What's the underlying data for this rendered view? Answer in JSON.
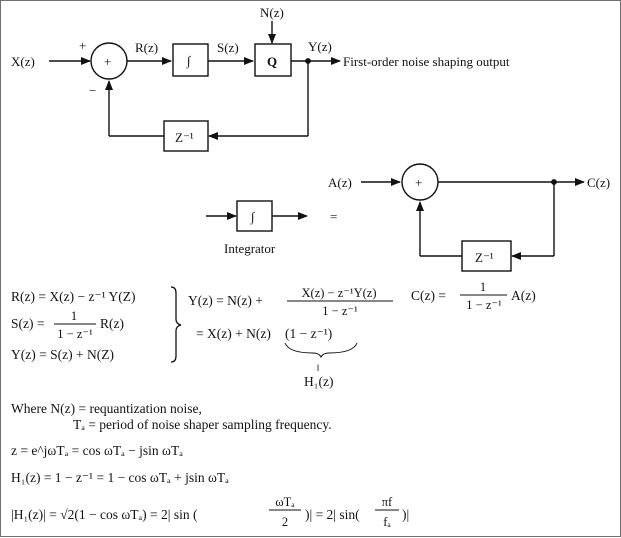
{
  "diagram": {
    "top": {
      "input": "X(z)",
      "plus": "+",
      "minus": "−",
      "sum_symbol": "+",
      "r": "R(z)",
      "integrator_symbol": "∫",
      "s": "S(z)",
      "noise": "N(z)",
      "quantizer": "Q",
      "output": "Y(z)",
      "output_desc": "First-order noise shaping output",
      "delay": "Z⁻¹"
    },
    "integrator": {
      "symbol": "∫",
      "caption": "Integrator",
      "equals": "=",
      "a": "A(z)",
      "sum_symbol": "+",
      "c": "C(z)",
      "delay": "Z⁻¹"
    }
  },
  "equations": {
    "r_eq": "R(z) = X(z) − z⁻¹ Y(Z)",
    "s_lhs": "S(z) =",
    "s_num": "1",
    "s_den": "1 − z⁻¹",
    "s_rhs": "R(z)",
    "y_eq": "Y(z) = S(z) + N(Z)",
    "y1_lhs": "Y(z) = N(z) +",
    "y1_num": "X(z) − z⁻¹Y(z)",
    "y1_den": "1 − z⁻¹",
    "y2_a": "= X(z) + N(z)",
    "y2_b": "(1 − z⁻¹)",
    "h_eqsign": "‖",
    "h_label": "H₁(z)",
    "c_lhs": "C(z) =",
    "c_num": "1",
    "c_den": "1 − z⁻¹",
    "c_rhs": "A(z)",
    "where1": "Where N(z) = requantization noise,",
    "where2": "Tₐ = period of noise shaper sampling frequency.",
    "z_eq": "z = e^jωTₐ = cos ωTₐ − jsin ωTₐ",
    "h1_eq": "H₁(z) = 1 − z⁻¹ = 1 − cos ωTₐ + jsin ωTₐ",
    "mag_a": "|H₁(z)| = √2(1 − cos ωTₐ) = 2| sin (",
    "mag_num1": "ωTₐ",
    "mag_den1": "2",
    "mag_b": ")| = 2| sin(",
    "mag_num2": "πf",
    "mag_den2": "fₐ",
    "mag_c": ")|"
  }
}
